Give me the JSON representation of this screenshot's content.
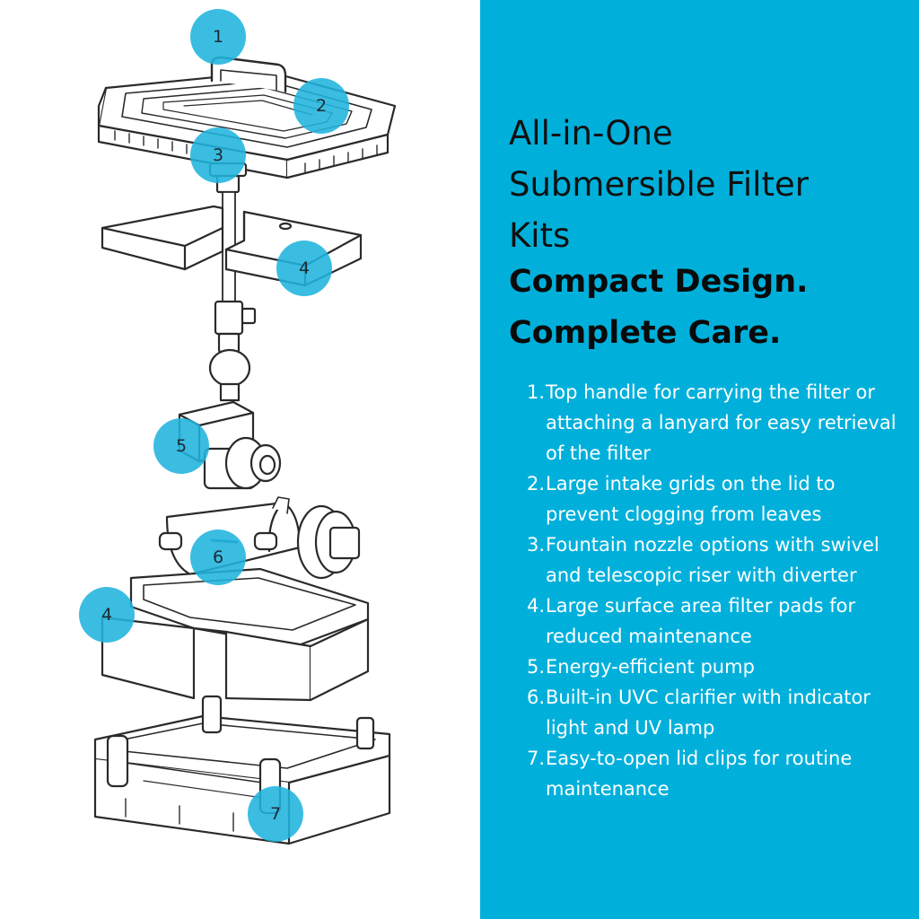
{
  "panel": {
    "background": "#00b0db",
    "title_line1": "All-in-One",
    "title_line2": "Submersible Filter",
    "title_line3": "Kits",
    "subtitle_line1": "Compact Design.",
    "subtitle_line2": "Complete Care."
  },
  "features": [
    {
      "num": "1.",
      "text": "Top handle for carrying the filter or attaching a lanyard for easy retrieval of the filter"
    },
    {
      "num": "2.",
      "text": "Large intake grids on the lid to prevent clogging from leaves"
    },
    {
      "num": "3.",
      "text": "Fountain nozzle options with swivel and telescopic riser with diverter"
    },
    {
      "num": "4.",
      "text": "Large surface area filter pads for reduced maintenance"
    },
    {
      "num": "5.",
      "text": "Energy-efficient pump"
    },
    {
      "num": "6.",
      "text": "Built-in UVC clarifier with indicator light and UV lamp"
    },
    {
      "num": "7.",
      "text": "Easy-to-open lid clips for routine maintenance"
    }
  ],
  "callouts": {
    "c1": "1",
    "c2": "2",
    "c3": "3",
    "c4a": "4",
    "c5": "5",
    "c6": "6",
    "c4b": "4",
    "c7": "7"
  },
  "icons": {
    "lid": "filter-lid-icon",
    "nozzle": "fountain-nozzle-icon",
    "pad": "filter-pad-icon",
    "pump": "pump-icon",
    "uvc": "uvc-clarifier-icon",
    "housing": "filter-housing-icon"
  }
}
